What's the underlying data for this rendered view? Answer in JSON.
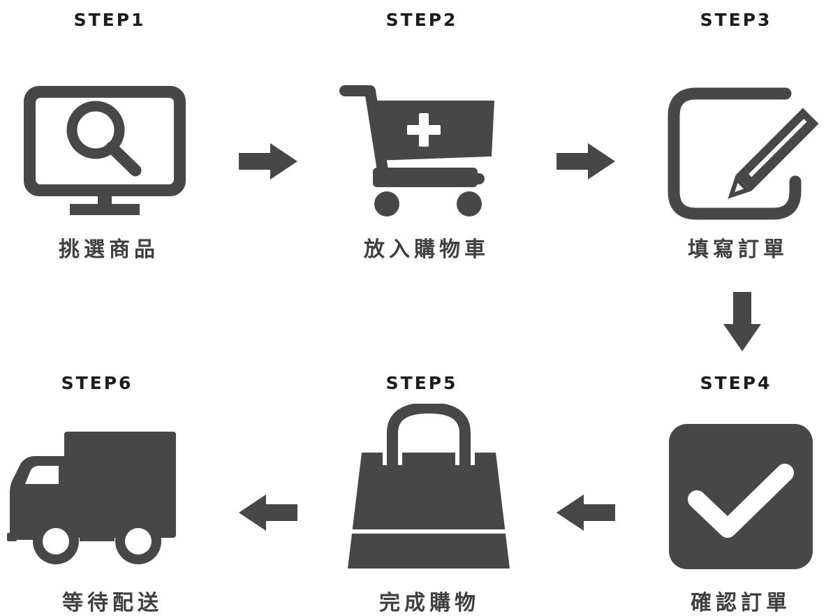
{
  "colors": {
    "icon": "#474747",
    "background": "#ffffff"
  },
  "steps": [
    {
      "step": "STEP1",
      "label": "挑選商品",
      "icon": "monitor-search-icon"
    },
    {
      "step": "STEP2",
      "label": "放入購物車",
      "icon": "cart-add-icon"
    },
    {
      "step": "STEP3",
      "label": "填寫訂單",
      "icon": "edit-form-icon"
    },
    {
      "step": "STEP4",
      "label": "確認訂單",
      "icon": "check-square-icon"
    },
    {
      "step": "STEP5",
      "label": "完成購物",
      "icon": "shopping-bag-icon"
    },
    {
      "step": "STEP6",
      "label": "等待配送",
      "icon": "delivery-truck-icon"
    }
  ],
  "connectors": [
    {
      "from": "STEP1",
      "to": "STEP2",
      "direction": "right"
    },
    {
      "from": "STEP2",
      "to": "STEP3",
      "direction": "right"
    },
    {
      "from": "STEP3",
      "to": "STEP4",
      "direction": "down"
    },
    {
      "from": "STEP4",
      "to": "STEP5",
      "direction": "left"
    },
    {
      "from": "STEP5",
      "to": "STEP6",
      "direction": "left"
    }
  ]
}
